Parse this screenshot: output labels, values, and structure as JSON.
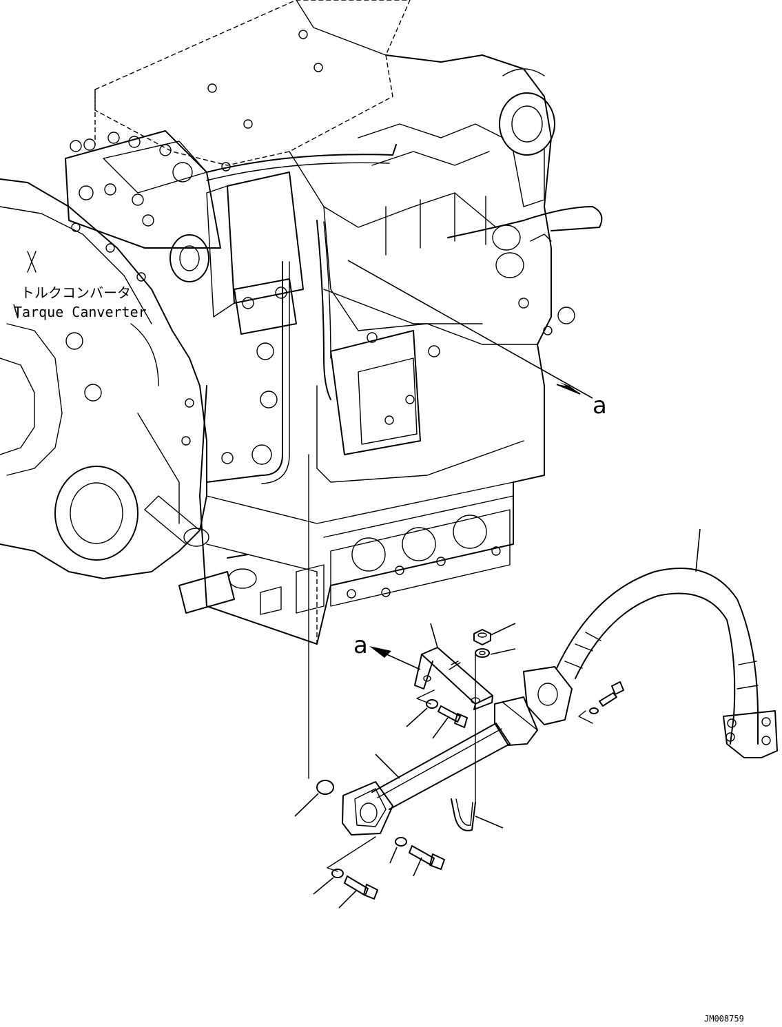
{
  "labels": {
    "component_jp": "トルクコンバータ",
    "component_en": "Tarque Canverter",
    "view_callout_upper": "a",
    "view_callout_lower": "a",
    "drawing_code": "JM008759"
  }
}
